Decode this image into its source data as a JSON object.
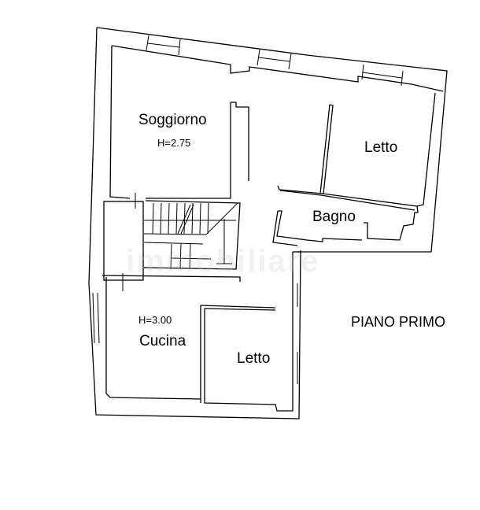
{
  "plan": {
    "title": "PIANO PRIMO",
    "watermark": "immobiliare",
    "rooms": [
      {
        "name": "Soggiorno",
        "height": "H=2.75"
      },
      {
        "name": "Letto"
      },
      {
        "name": "Bagno"
      },
      {
        "name": "Cucina",
        "height": "H=3.00"
      },
      {
        "name": "Letto"
      }
    ]
  },
  "colors": {
    "line": "#000000",
    "background": "#ffffff"
  }
}
